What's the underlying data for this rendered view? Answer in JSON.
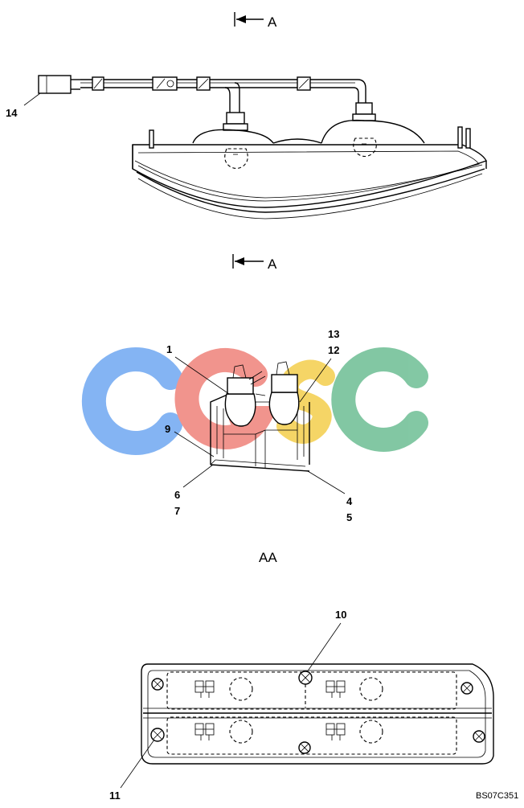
{
  "view_markers": {
    "top": "A",
    "middle": "A"
  },
  "section_title": "AA",
  "callouts": {
    "c1": "1",
    "c4": "4",
    "c5": "5",
    "c6": "6",
    "c7": "7",
    "c9": "9",
    "c10": "10",
    "c11": "11",
    "c12": "12",
    "c13": "13",
    "c14": "14"
  },
  "drawing_code": "BS07C351",
  "watermark": {
    "text": "CGSC",
    "colors": [
      "#7aaef2",
      "#f08c84",
      "#f5d25a",
      "#78c39c"
    ]
  }
}
